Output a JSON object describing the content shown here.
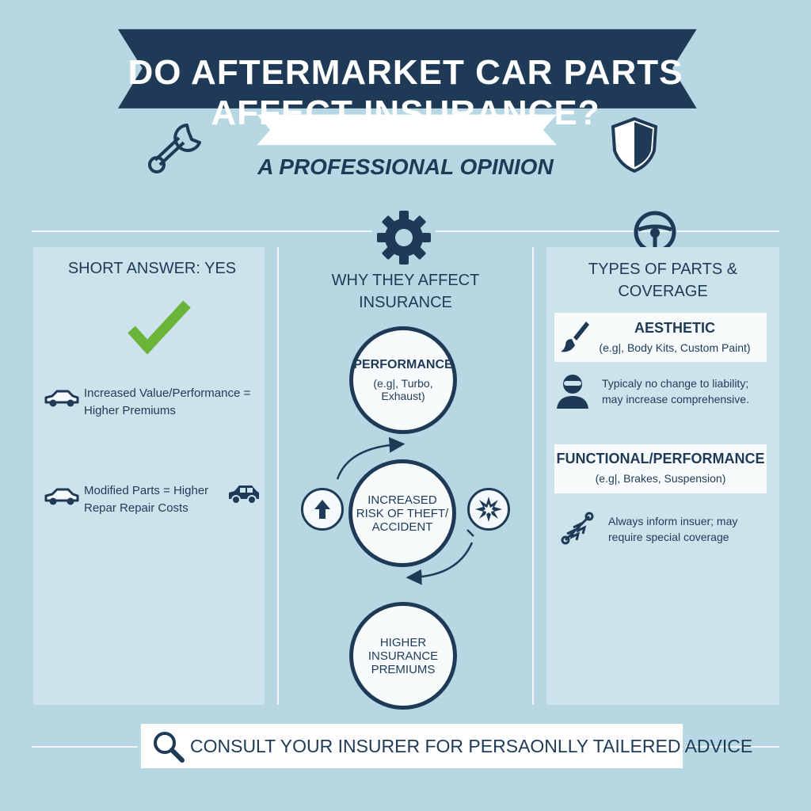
{
  "title": {
    "line1": "DO AFTERMARKET CAR PARTS",
    "line2": "AFFECT INSURANCE?",
    "subtitle": "A PROFESSIONAL OPINION"
  },
  "left": {
    "heading": "SHORT ANSWER: YES",
    "point1": [
      "Increased Value/Performance =",
      "Higher Premiums"
    ],
    "point2": [
      "Modified Parts = Higher",
      "Repar Repair Costs"
    ]
  },
  "middle": {
    "heading": [
      "WHY THEY AFFECT",
      "INSURANCE"
    ],
    "circle1": [
      "PERFORMANCE",
      "(e.g|, Turbo, Exhaust)"
    ],
    "circle2": [
      "INCREASED",
      "RISK OF THEFT/",
      "ACCIDENT"
    ],
    "circle3": [
      "HIGHER",
      "INSURANCE",
      "PREMIUMS"
    ]
  },
  "right": {
    "heading": [
      "TYPES OF PARTS &",
      "COVERAGE"
    ],
    "aesthetic": {
      "title": "AESTHETIC",
      "examples": "(e.g|, Body Kits, Custom Paint)"
    },
    "aesthetic_note": [
      "Typicaly no change to liability;",
      "may increase comprehensive."
    ],
    "functional": {
      "title": "FUNCTIONAL/PERFORMANCE",
      "examples": "(e.g|, Brakes, Suspension)"
    },
    "functional_note": [
      "Always inform insuer; may",
      "require special coverage"
    ]
  },
  "footer": {
    "text": "CONSULT YOUR INSURER FOR PERSAONLLY TAILERED ADVICE"
  },
  "colors": {
    "navy": "#1f3a57",
    "background": "#b7d7e3",
    "panel": "#cde3ec",
    "check": "#6ab43a"
  },
  "icons": [
    "wrench-icon",
    "shield-icon",
    "gear-icon",
    "steering-wheel-icon",
    "checkmark-icon",
    "car-icon",
    "up-arrow-icon",
    "burst-icon",
    "paintbrush-icon",
    "person-icon",
    "spring-icon",
    "magnifier-icon"
  ]
}
